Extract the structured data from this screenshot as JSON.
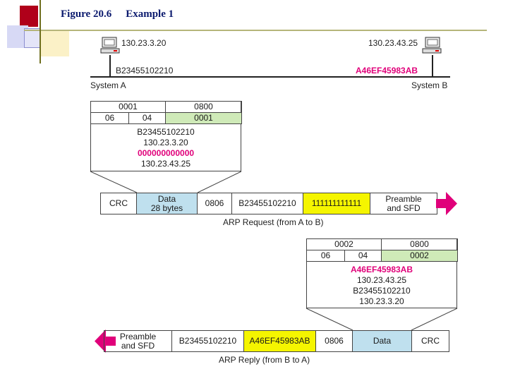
{
  "title": {
    "figure": "Figure 20.6",
    "caption": "Example 1"
  },
  "hosts": {
    "a": {
      "ip": "130.23.3.20",
      "mac": "B23455102210",
      "name": "System A"
    },
    "b": {
      "ip": "130.23.43.25",
      "mac": "A46EF45983AB",
      "name": "System B"
    }
  },
  "request_packet": {
    "row1": [
      "0001",
      "0800"
    ],
    "row2": [
      "06",
      "04",
      "0001"
    ],
    "lines": [
      "B23455102210",
      "130.23.3.20",
      "000000000000",
      "130.23.43.25"
    ]
  },
  "request_frame": {
    "fields": [
      "CRC",
      "Data\n28 bytes",
      "0806",
      "B23455102210",
      "111111111111",
      "Preamble\nand SFD"
    ],
    "caption": "ARP Request (from A to B)"
  },
  "reply_packet": {
    "row1": [
      "0002",
      "0800"
    ],
    "row2": [
      "06",
      "04",
      "0002"
    ],
    "lines": [
      "A46EF45983AB",
      "130.23.43.25",
      "B23455102210",
      "130.23.3.20"
    ]
  },
  "reply_frame": {
    "fields": [
      "Preamble\nand SFD",
      "B23455102210",
      "A46EF45983AB",
      "0806",
      "Data",
      "CRC"
    ],
    "caption": "ARP Reply (from B to A)"
  },
  "colors": {
    "accent_magenta": "#e0007a",
    "field_green": "#cfeab8",
    "field_yellow": "#f5f500",
    "field_blue": "#bfe0ee",
    "title_blue": "#0b1a6e"
  }
}
